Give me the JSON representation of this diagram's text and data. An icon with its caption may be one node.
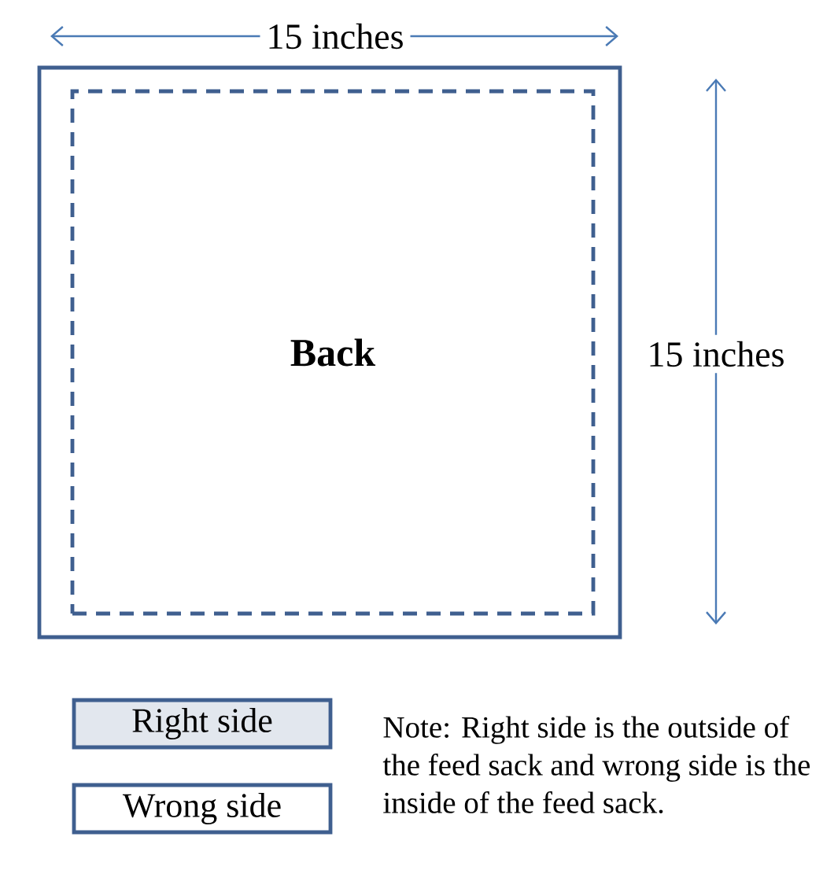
{
  "diagram": {
    "nodes": [
      {
        "text": [],
        "shape": "box"
      },
      {
        "text": [
          "Back"
        ],
        "in": 0
      },
      {
        "text": [
          "Right side"
        ]
      },
      {
        "text": [
          "Wrong side"
        ]
      }
    ],
    "labels": [
      "15 inches",
      "15 inches",
      "Note:  Right side is the outside of the feed sack and wrong side is the inside of the feed sack."
    ]
  }
}
